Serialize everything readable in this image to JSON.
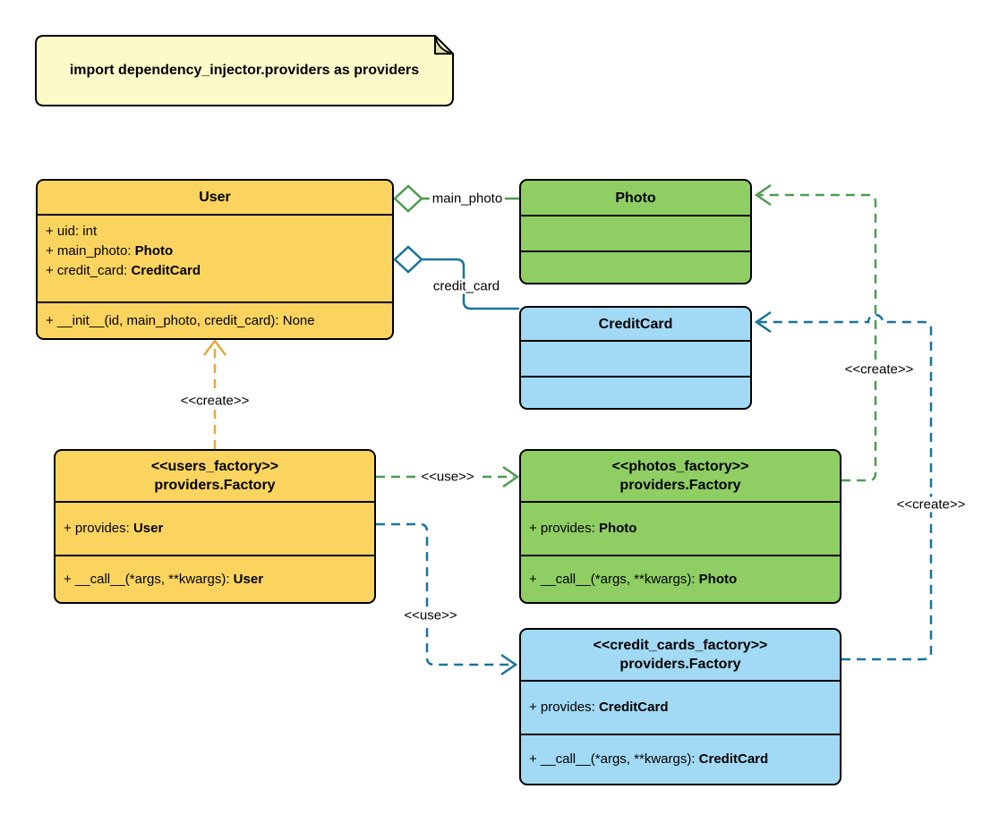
{
  "note": {
    "text": "import dependency_injector.providers as providers"
  },
  "colors": {
    "class_yellow": "#FBD45F",
    "class_green": "#8FCE63",
    "class_blue": "#A2D9F4",
    "note_yellow": "#FCFAC8",
    "note_fold": "#E3E0A0",
    "line_gold": "#E2A93D",
    "line_green": "#4E9B51",
    "line_blue": "#19739C",
    "border_black": "#000000"
  },
  "classes": {
    "user": {
      "title": "User",
      "attributes": [
        {
          "prefix": "+ uid: int",
          "type": ""
        },
        {
          "prefix": "+ main_photo: ",
          "type": "Photo"
        },
        {
          "prefix": "+ credit_card: ",
          "type": "CreditCard"
        }
      ],
      "methods": [
        {
          "prefix": "+ __init__(id, main_photo, credit_card): None",
          "type": ""
        }
      ]
    },
    "photo": {
      "title": "Photo"
    },
    "credit_card": {
      "title": "CreditCard"
    },
    "users_factory": {
      "stereotype": "<<users_factory>>",
      "title": "providers.Factory",
      "attributes": [
        {
          "prefix": "+ provides: ",
          "type": "User"
        }
      ],
      "methods": [
        {
          "prefix": "+ __call__(*args, **kwargs): ",
          "type": "User"
        }
      ]
    },
    "photos_factory": {
      "stereotype": "<<photos_factory>>",
      "title": "providers.Factory",
      "attributes": [
        {
          "prefix": "+ provides: ",
          "type": "Photo"
        }
      ],
      "methods": [
        {
          "prefix": "+ __call__(*args, **kwargs): ",
          "type": "Photo"
        }
      ]
    },
    "credit_cards_factory": {
      "stereotype": "<<credit_cards_factory>>",
      "title": "providers.Factory",
      "attributes": [
        {
          "prefix": "+ provides: ",
          "type": "CreditCard"
        }
      ],
      "methods": [
        {
          "prefix": "+ __call__(*args, **kwargs): ",
          "type": "CreditCard"
        }
      ]
    }
  },
  "connectors": {
    "aggregation_main_photo": {
      "label": "main_photo"
    },
    "aggregation_credit_card": {
      "label": "credit_card"
    },
    "create_user": {
      "label": "<<create>>"
    },
    "use_photos": {
      "label": "<<use>>"
    },
    "use_credit_cards": {
      "label": "<<use>>"
    },
    "create_photo": {
      "label": "<<create>>"
    },
    "create_credit_card": {
      "label": "<<create>>"
    }
  }
}
